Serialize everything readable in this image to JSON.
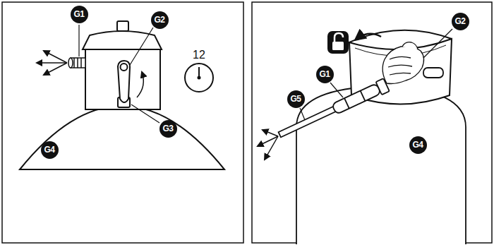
{
  "diagram": {
    "labels": [
      "G1",
      "G2",
      "12",
      "G3",
      "G4",
      "G2",
      "G1",
      "G5",
      "G4"
    ]
  }
}
